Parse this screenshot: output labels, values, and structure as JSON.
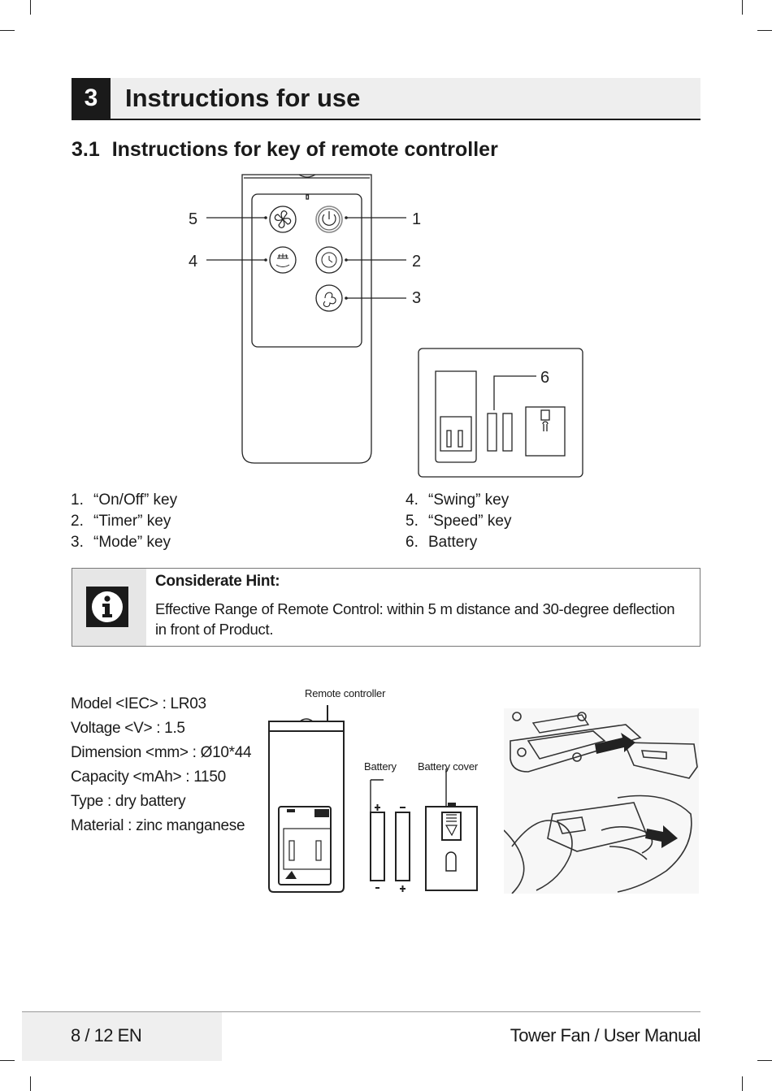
{
  "section": {
    "number": "3",
    "title": "Instructions for use"
  },
  "subsection": {
    "number": "3.1",
    "title": "Instructions for key of remote controller"
  },
  "callouts": [
    "5",
    "4",
    "1",
    "2",
    "3",
    "6"
  ],
  "legend": [
    {
      "num": "1.",
      "label": "“On/Off” key"
    },
    {
      "num": "2.",
      "label": "“Timer” key"
    },
    {
      "num": "3.",
      "label": "“Mode” key"
    },
    {
      "num": "4.",
      "label": "“Swing” key"
    },
    {
      "num": "5.",
      "label": "“Speed” key"
    },
    {
      "num": "6.",
      "label": "Battery"
    }
  ],
  "hint": {
    "icon": "info-icon",
    "title": "Considerate Hint:",
    "text": "Effective Range of Remote Control: within 5 m distance and 30-degree deflection in front of Product."
  },
  "specs": [
    "Model <IEC> : LR03",
    "Voltage <V> : 1.5",
    "Dimension <mm> : Ø10*44",
    "Capacity <mAh> : 1150",
    "Type : dry battery",
    "Material : zinc manganese"
  ],
  "figure_labels": {
    "remote": "Remote controller",
    "battery": "Battery",
    "battery_cover": "Battery cover"
  },
  "footer": {
    "page": "8 / 12 EN",
    "title": "Tower Fan / User Manual"
  }
}
